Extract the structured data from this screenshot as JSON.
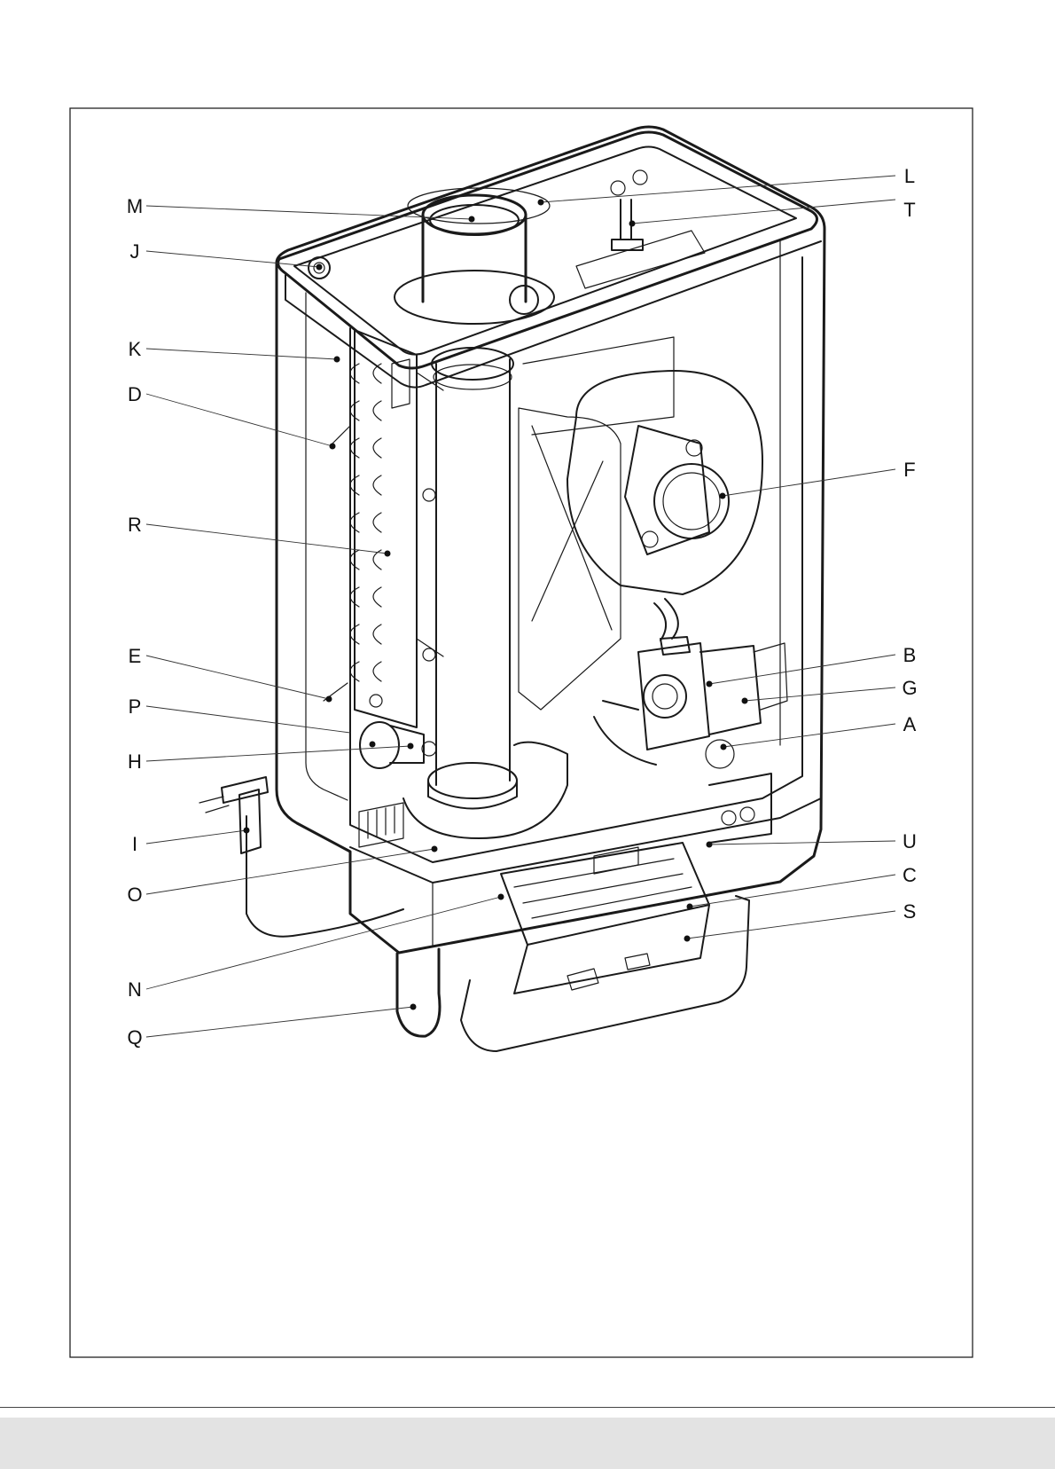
{
  "figure": {
    "callouts": [
      {
        "id": "M",
        "label": "M"
      },
      {
        "id": "J",
        "label": "J"
      },
      {
        "id": "K",
        "label": "K"
      },
      {
        "id": "D",
        "label": "D"
      },
      {
        "id": "R",
        "label": "R"
      },
      {
        "id": "E",
        "label": "E"
      },
      {
        "id": "P",
        "label": "P"
      },
      {
        "id": "H",
        "label": "H"
      },
      {
        "id": "I",
        "label": "I"
      },
      {
        "id": "O",
        "label": "O"
      },
      {
        "id": "N",
        "label": "N"
      },
      {
        "id": "Q",
        "label": "Q"
      },
      {
        "id": "L",
        "label": "L"
      },
      {
        "id": "T",
        "label": "T"
      },
      {
        "id": "F",
        "label": "F"
      },
      {
        "id": "B",
        "label": "B"
      },
      {
        "id": "G",
        "label": "G"
      },
      {
        "id": "A",
        "label": "A"
      },
      {
        "id": "U",
        "label": "U"
      },
      {
        "id": "C",
        "label": "C"
      },
      {
        "id": "S",
        "label": "S"
      }
    ]
  }
}
